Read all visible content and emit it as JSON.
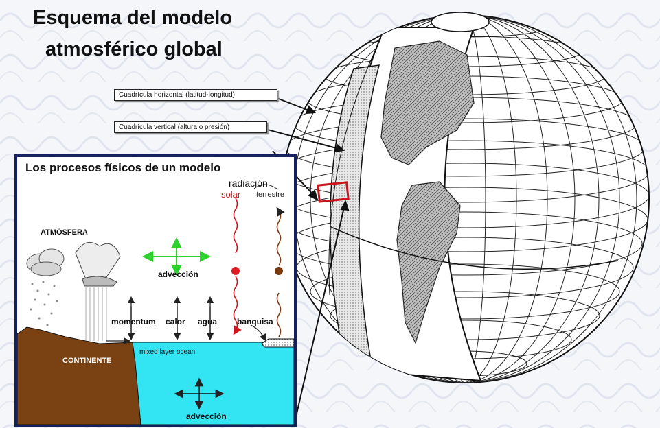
{
  "title": {
    "line1": "Esquema del modelo",
    "line2": "atmosférico global"
  },
  "callouts": {
    "horizontal": "Cuadrícula horizontal (latitud-longitud)",
    "vertical": "Cuadrícula vertical (altura o presión)"
  },
  "panel": {
    "title": "Los procesos físicos de un modelo",
    "radiation": "radiación",
    "solar": "solar",
    "terrestrial": "terrestre",
    "atmosphere": "ATMÓSFERA",
    "advection_top": "advección",
    "momentum": "momentum",
    "heat": "calor",
    "water": "agua",
    "sea_ice": "banquisa",
    "continent": "CONTINENTE",
    "mixed_layer": "mixed layer ocean",
    "advection_bottom": "advección"
  },
  "colors": {
    "panel_border": "#15215e",
    "ocean": "#33e4f2",
    "land": "#7a4212",
    "solar": "#d0121b",
    "terrestrial": "#7a3b10",
    "advection_arrows": "#2ed12e",
    "highlight_cell": "#c8141b"
  }
}
